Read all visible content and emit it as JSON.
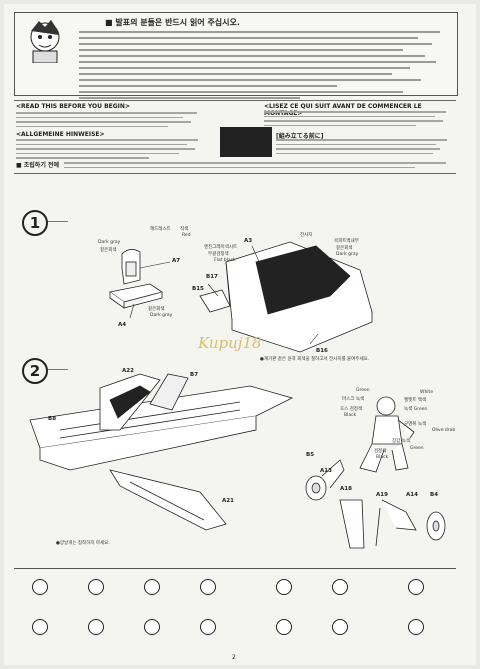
{
  "warning": {
    "title": "■ 발표의 분들은 반드시 읽어 주십시오."
  },
  "read_before": {
    "en": "<READ THIS BEFORE YOU BEGIN>",
    "de": "<ALLGEMEINE HINWEISE>",
    "fr": "<LISEZ CE QUI SUIT AVANT DE COMMENCER LE MONTAGE>",
    "jp": "[組み立てる前に]",
    "kr": "■ 조립하기 전에"
  },
  "step1": {
    "number": "1",
    "parts": {
      "a7": "A7",
      "a4": "A4",
      "a3": "A3",
      "b17": "B17",
      "b15": "B15",
      "b16": "B16"
    },
    "labels": {
      "dark_gray": "Dark gray",
      "dark_gray_kr": "짙은회색",
      "red_kr": "적색",
      "red_en": "Red",
      "red_top_kr": "헤드레스트",
      "flat_black_kr": "무광검정색",
      "flat_black_en": "Flat black",
      "interior_kr": "엔진그레이색시트",
      "dark_gray_right_kr": "짙은회색",
      "dark_gray_right_en": "Dark gray",
      "canopy_kr": "콕피트벽내부",
      "decal_kr": "전사지",
      "bottom_note": "●계기판 같은 윤곽 회색을 칠하고서 전사지를 붙여주세요."
    }
  },
  "step2": {
    "number": "2",
    "parts": {
      "a22": "A22",
      "b7": "B7",
      "b8": "B8",
      "a21": "A21",
      "b5": "B5",
      "a13": "A13",
      "a18": "A18",
      "a19": "A19",
      "a14": "A14",
      "b4": "B4"
    },
    "labels": {
      "green": "Green",
      "white": "White",
      "green_kr": "마스크 녹색",
      "helmet_kr": "헬멧트 백색",
      "hose_kr": "호스 검정색",
      "black": "Black",
      "olive_drab": "Olive drab",
      "olive_kr": "구명복 녹색",
      "green2_kr": "녹색 Green",
      "boots_kr": "검정색",
      "black2": "Black",
      "gloves_kr": "장갑 녹색",
      "green3": "Green",
      "bottom_note": "●양날개는 접착하지 마세요."
    }
  },
  "page_number": "2",
  "watermark": "Kupuj18"
}
